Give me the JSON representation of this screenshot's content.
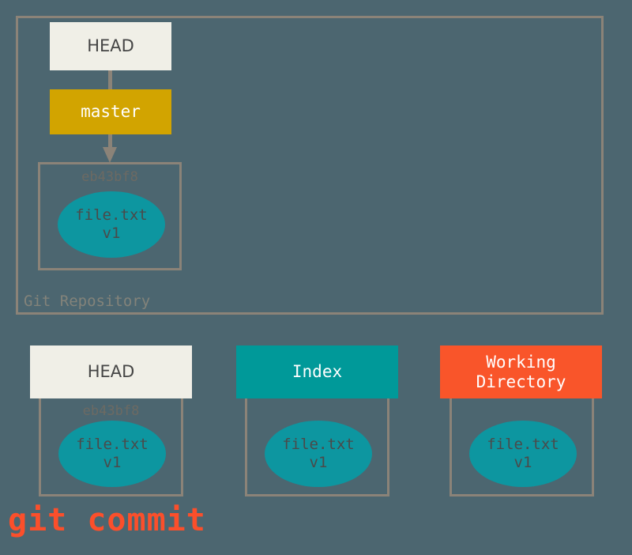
{
  "diagram": {
    "background_color": "#4c6670",
    "frame_color": "#8b8378",
    "caption": "git commit",
    "caption_color": "#fb4f2b"
  },
  "repository": {
    "label": "Git Repository",
    "head": {
      "label": "HEAD",
      "color": "#f0efe7"
    },
    "branch": {
      "label": "master",
      "color": "#d2a400"
    },
    "commit": {
      "hash": "eb43bf8",
      "blob": {
        "filename": "file.txt",
        "version": "v1",
        "color": "#0d96a0"
      }
    }
  },
  "panes": [
    {
      "title": "HEAD",
      "title_color": "#f0efe7",
      "hash": "eb43bf8",
      "blob": {
        "filename": "file.txt",
        "version": "v1"
      }
    },
    {
      "title": "Index",
      "title_color": "#009999",
      "hash": "",
      "blob": {
        "filename": "file.txt",
        "version": "v1"
      }
    },
    {
      "title_line1": "Working",
      "title_line2": "Directory",
      "title_color": "#f9552a",
      "hash": "",
      "blob": {
        "filename": "file.txt",
        "version": "v1"
      }
    }
  ]
}
